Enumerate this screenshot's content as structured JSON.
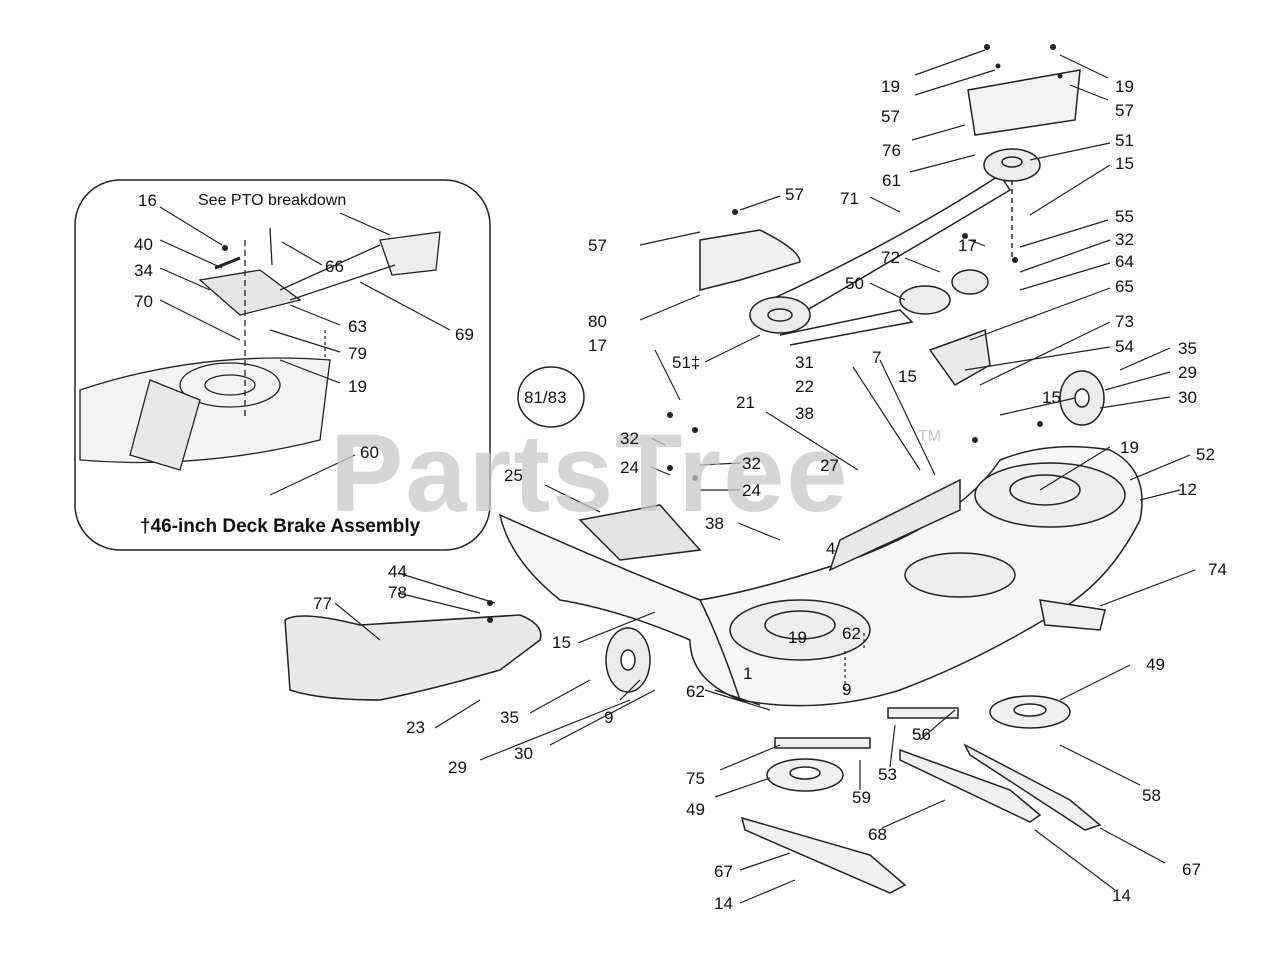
{
  "watermark": {
    "text": "PartsTree",
    "trademark": "TM"
  },
  "inset": {
    "title": "†46-inch Deck Brake Assembly",
    "note": "See PTO breakdown",
    "labels": [
      "16",
      "40",
      "34",
      "70",
      "66",
      "63",
      "79",
      "19",
      "69",
      "60"
    ]
  },
  "callout_circle": "81/83",
  "part_labels": [
    "19",
    "57",
    "19",
    "57",
    "76",
    "51",
    "61",
    "15",
    "71",
    "57",
    "55",
    "17",
    "32",
    "72",
    "64",
    "57",
    "50",
    "65",
    "80",
    "73",
    "17",
    "51‡",
    "31",
    "7",
    "35",
    "54",
    "15",
    "22",
    "29",
    "38",
    "21",
    "15",
    "30",
    "32",
    "19",
    "52",
    "32",
    "24",
    "27",
    "12",
    "24",
    "25",
    "38",
    "4",
    "74",
    "44",
    "78",
    "77",
    "15",
    "62",
    "19",
    "1",
    "9",
    "49",
    "62",
    "35",
    "23",
    "9",
    "56",
    "53",
    "29",
    "30",
    "75",
    "59",
    "58",
    "49",
    "68",
    "67",
    "67",
    "14",
    "14"
  ]
}
